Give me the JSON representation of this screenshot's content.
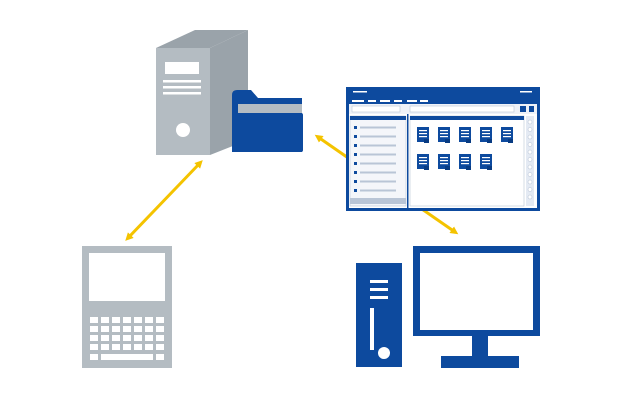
{
  "diagram": {
    "nodes": [
      {
        "id": "server",
        "kind": "server-tower",
        "icon": "server-icon"
      },
      {
        "id": "shared-folder",
        "kind": "folder",
        "icon": "folder-icon"
      },
      {
        "id": "file-browser",
        "kind": "file-manager-window",
        "icon": "file-window-icon"
      },
      {
        "id": "laptop",
        "kind": "laptop",
        "icon": "laptop-icon"
      },
      {
        "id": "desktop",
        "kind": "desktop-computer",
        "icon": "desktop-computer-icon"
      }
    ],
    "edges": [
      {
        "from": "server",
        "to": "laptop",
        "bidirectional": true
      },
      {
        "from": "shared-folder",
        "to": "desktop",
        "bidirectional": true
      }
    ]
  },
  "colors": {
    "gray": "#b4bcc2",
    "gray_dark": "#9aa3aa",
    "navy": "#0d4a9e",
    "navy_dark": "#083b82",
    "arrow": "#f4c300",
    "white": "#ffffff",
    "window_line": "#b9c5d6"
  }
}
